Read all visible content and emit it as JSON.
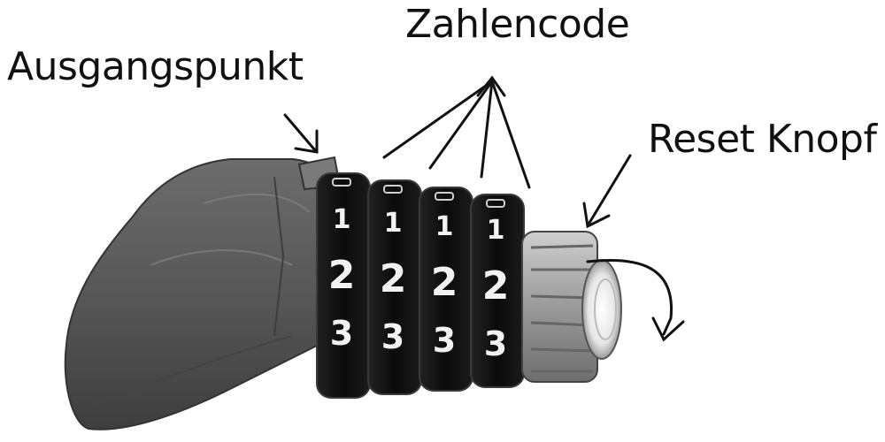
{
  "labels": {
    "code": "Zahlencode",
    "start_point": "Ausgangspunkt",
    "reset_button": "Reset Knopf"
  },
  "dials": [
    {
      "row_1": "1",
      "row_2": "2",
      "row_3": "3"
    },
    {
      "row_1": "1",
      "row_2": "2",
      "row_3": "3"
    },
    {
      "row_1": "1",
      "row_2": "2",
      "row_3": "3"
    },
    {
      "row_1": "1",
      "row_2": "2",
      "row_3": "3"
    }
  ],
  "colors": {
    "housing": "#5a5a5a",
    "dial": "#0d0d0d",
    "digit": "#f2f2f2",
    "reset_knob": "#a8a8a8",
    "line": "#111111"
  }
}
